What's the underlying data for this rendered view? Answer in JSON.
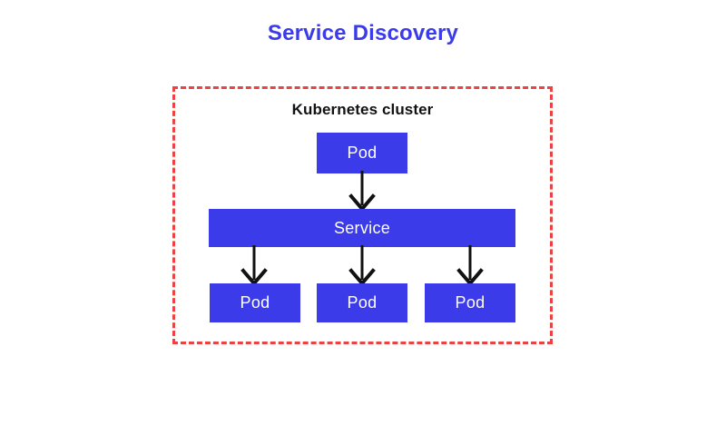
{
  "diagram": {
    "title": "Service Discovery",
    "cluster_label": "Kubernetes cluster",
    "nodes": {
      "pod_top": "Pod",
      "service": "Service",
      "pod_left": "Pod",
      "pod_center": "Pod",
      "pod_right": "Pod"
    },
    "colors": {
      "title": "#3b3bea",
      "node_fill": "#3b3bea",
      "node_text": "#ffffff",
      "cluster_border": "#ea4343",
      "cluster_label": "#121212",
      "arrow": "#111111",
      "background": "#ffffff"
    },
    "edges": [
      {
        "from": "pod_top",
        "to": "service",
        "direction": "down"
      },
      {
        "from": "service",
        "to": "pod_left",
        "direction": "down"
      },
      {
        "from": "service",
        "to": "pod_center",
        "direction": "down"
      },
      {
        "from": "service",
        "to": "pod_right",
        "direction": "down"
      }
    ]
  }
}
